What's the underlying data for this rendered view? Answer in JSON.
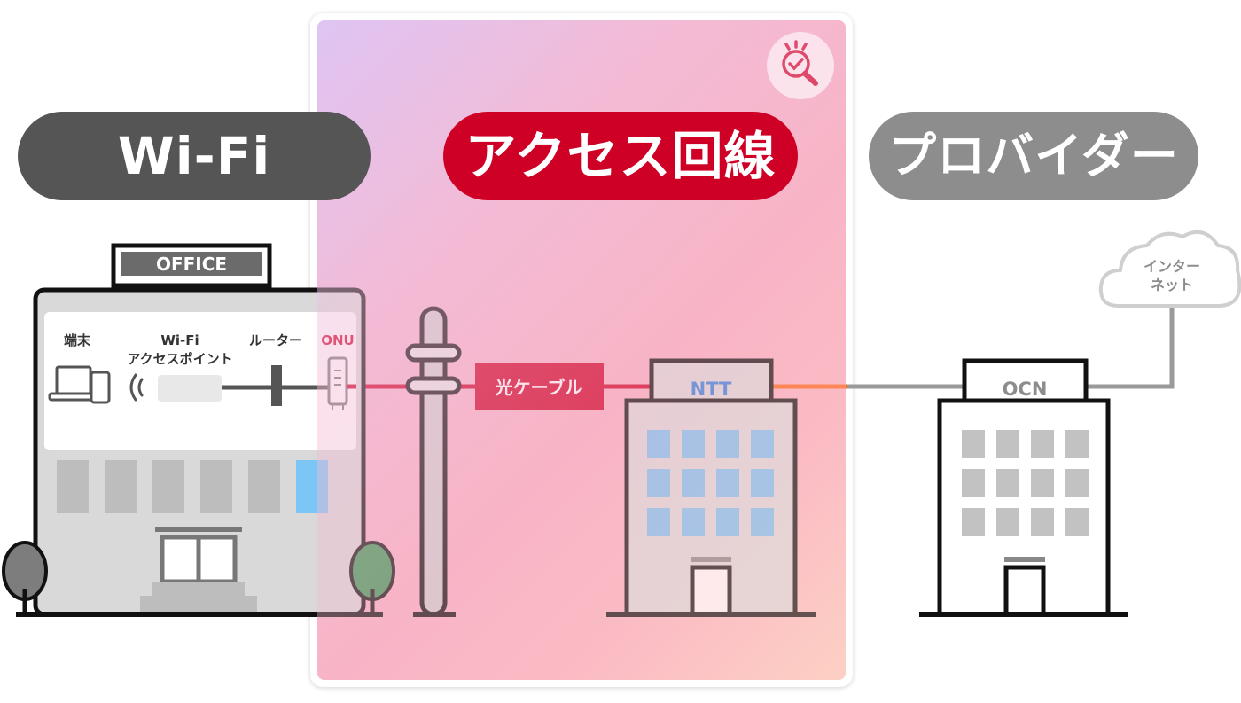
{
  "sections": {
    "wifi": "Wi-Fi",
    "access": "アクセス回線",
    "provider": "プロバイダー"
  },
  "office": {
    "sign": "OFFICE",
    "terminal": "端末",
    "wifi_ap_line1": "Wi-Fi",
    "wifi_ap_line2": "アクセスポイント",
    "router": "ルーター",
    "onu": "ONU"
  },
  "cable_label": "光ケーブル",
  "ntt_label": "NTT",
  "ocn_label": "OCN",
  "cloud": {
    "line1": "インター",
    "line2": "ネット"
  },
  "colors": {
    "access_red": "#cf0026",
    "wifi_gray": "#555555",
    "provider_gray": "#8d8d8d",
    "ntt_blue": "#2f83e0",
    "window_blue": "#7cc6f5",
    "orange_link": "#ff6a1a"
  },
  "icons": [
    "check-magnifier-icon",
    "wifi-signal-icon",
    "laptop-icon",
    "phone-icon",
    "cloud-icon"
  ]
}
